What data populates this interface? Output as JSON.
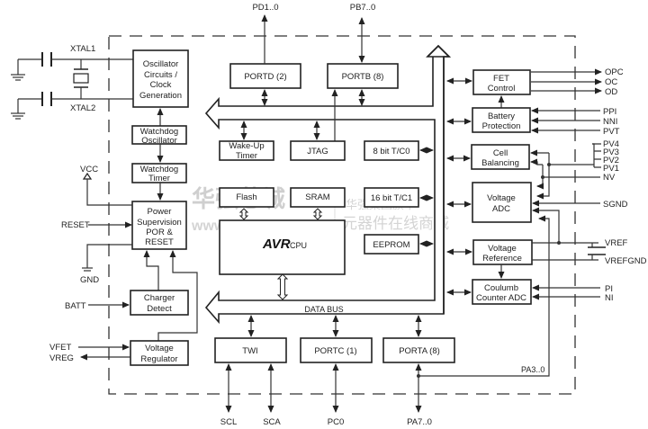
{
  "diagram": {
    "title": "",
    "blocks": {
      "oscillator": [
        "Oscillator",
        "Circuits /",
        "Clock",
        "Generation"
      ],
      "watchdog_oscillator": [
        "Watchdog",
        "Oscillator"
      ],
      "watchdog_timer": [
        "Watchdog",
        "Timer"
      ],
      "power_supervision": [
        "Power",
        "Supervision",
        "POR &",
        "RESET"
      ],
      "charger_detect": [
        "Charger",
        "Detect"
      ],
      "voltage_regulator": [
        "Voltage",
        "Regulator"
      ],
      "portd": "PORTD (2)",
      "portb": "PORTB (8)",
      "wakeup_timer": [
        "Wake-Up",
        "Timer"
      ],
      "jtag": "JTAG",
      "tc0": "8 bit T/C0",
      "tc1": "16 bit T/C1",
      "eeprom": "EEPROM",
      "flash": "Flash",
      "sram": "SRAM",
      "cpu_logo": "AVR",
      "cpu_label": "CPU",
      "twi": "TWI",
      "portc": "PORTC (1)",
      "porta": "PORTA (8)",
      "fet_control": [
        "FET",
        "Control"
      ],
      "battery_protection": [
        "Battery",
        "Protection"
      ],
      "cell_balancing": [
        "Cell",
        "Balancing"
      ],
      "voltage_adc": [
        "Voltage",
        "ADC"
      ],
      "voltage_reference": [
        "Voltage",
        "Reference"
      ],
      "coulomb_counter": [
        "Coulumb",
        "Counter ADC"
      ]
    },
    "bus_label": "DATA BUS",
    "pins": {
      "xtal1": "XTAL1",
      "xtal2": "XTAL2",
      "vcc": "VCC",
      "reset": "RESET",
      "gnd": "GND",
      "batt": "BATT",
      "vfet": "VFET",
      "vreg": "VREG",
      "pd": "PD1..0",
      "pb": "PB7..0",
      "scl": "SCL",
      "sca": "SCA",
      "pc0": "PC0",
      "pa": "PA7..0",
      "pa30": "PA3..0",
      "opc": "OPC",
      "oc": "OC",
      "od": "OD",
      "ppi": "PPI",
      "nni": "NNI",
      "pvt": "PVT",
      "pv4": "PV4",
      "pv3": "PV3",
      "pv2": "PV2",
      "pv1": "PV1",
      "nv": "NV",
      "sgnd": "SGND",
      "vref": "VREF",
      "vrefgnd": "VREFGND",
      "pi": "PI",
      "ni": "NI"
    },
    "watermark": {
      "cn_big": "华强芯城",
      "url": "www.hqchip.com",
      "cn_small1": "华强集团旗下",
      "cn_small2": "元器件在线商城"
    }
  }
}
